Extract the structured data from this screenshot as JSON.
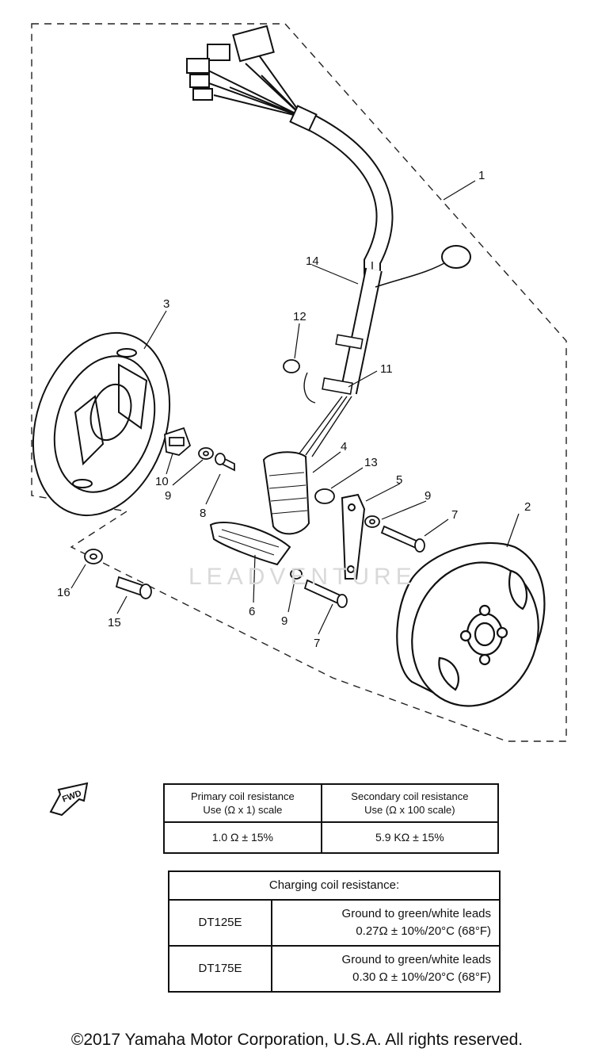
{
  "diagram": {
    "watermark": "LEADVENTURE",
    "fwd_label": "FWD",
    "callouts": [
      "1",
      "2",
      "3",
      "4",
      "5",
      "6",
      "7",
      "7",
      "8",
      "9",
      "9",
      "9",
      "10",
      "11",
      "12",
      "13",
      "14",
      "15",
      "16"
    ]
  },
  "resistance_table": {
    "primary_header_line1": "Primary coil resistance",
    "primary_header_line2": "Use (Ω x 1) scale",
    "secondary_header_line1": "Secondary coil resistance",
    "secondary_header_line2": "Use (Ω x 100 scale)",
    "primary_value": "1.0 Ω ± 15%",
    "secondary_value": "5.9 KΩ ± 15%"
  },
  "charging_table": {
    "title": "Charging coil resistance:",
    "rows": [
      {
        "model": "DT125E",
        "line1": "Ground to green/white leads",
        "line2": "0.27Ω ± 10%/20°C (68°F)"
      },
      {
        "model": "DT175E",
        "line1": "Ground to green/white leads",
        "line2": "0.30 Ω ± 10%/20°C (68°F)"
      }
    ]
  },
  "footer": {
    "copyright": "©2017 Yamaha Motor Corporation, U.S.A. All rights reserved."
  }
}
